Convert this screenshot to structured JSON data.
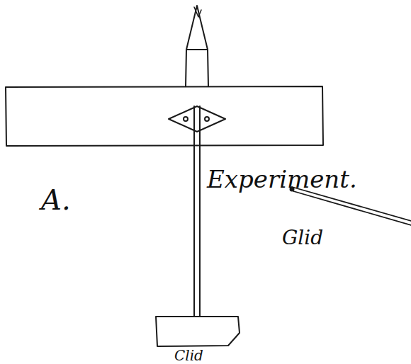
{
  "diagram": {
    "labels": [
      "A.",
      "Experiment.",
      "Glid",
      "Clid"
    ]
  }
}
